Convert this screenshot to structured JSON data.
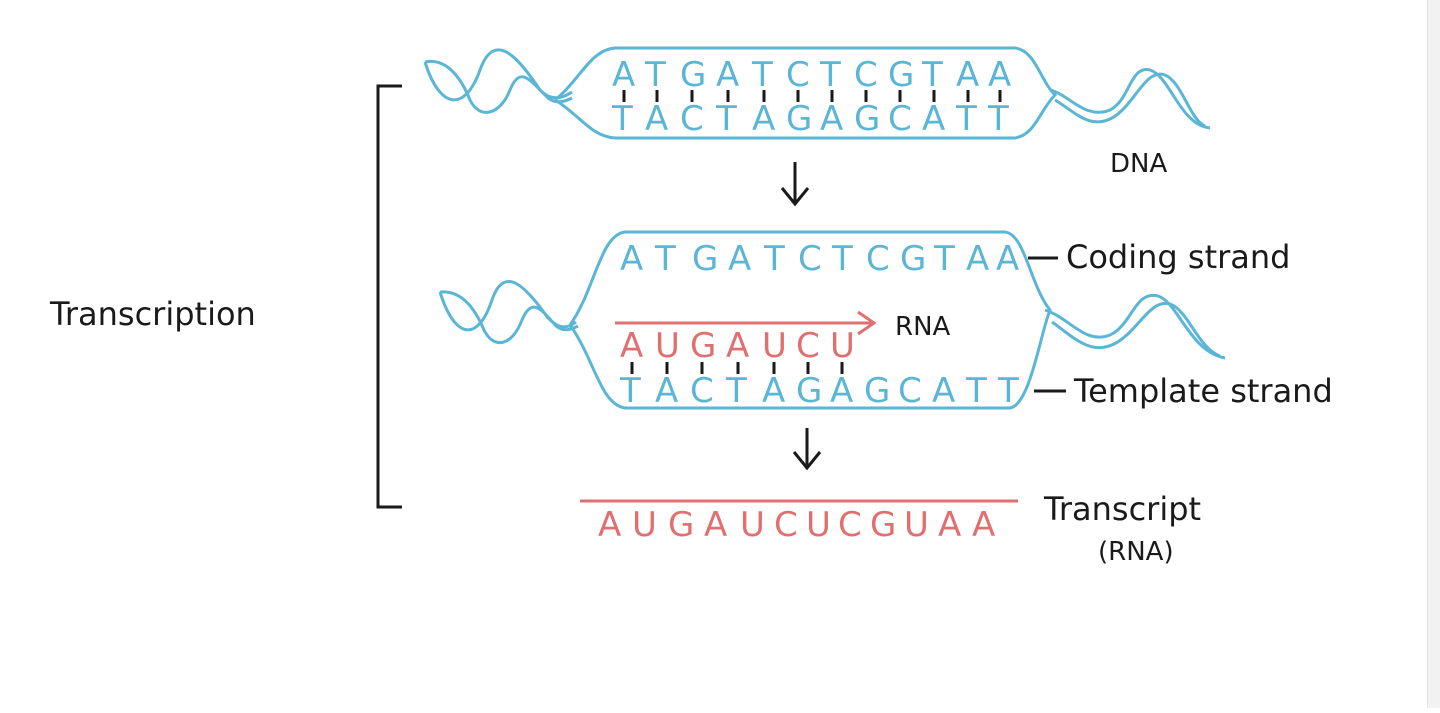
{
  "colors": {
    "dna": "#5bb6d6",
    "rna": "#e07070",
    "ink": "#1a1a1a"
  },
  "labels": {
    "transcription": "Transcription",
    "dna": "DNA",
    "coding_strand": "Coding strand",
    "template_strand": "Template strand",
    "rna": "RNA",
    "transcript_line1": "Transcript",
    "transcript_line2": "(RNA)"
  },
  "sequences": {
    "top_coding": [
      "A",
      "T",
      "G",
      "A",
      "T",
      "C",
      "T",
      "C",
      "G",
      "T",
      "A",
      "A"
    ],
    "top_template": [
      "T",
      "A",
      "C",
      "T",
      "A",
      "G",
      "A",
      "G",
      "C",
      "A",
      "T",
      "T"
    ],
    "mid_coding": [
      "A",
      "T",
      "G",
      "A",
      "T",
      "C",
      "T",
      "C",
      "G",
      "T",
      "A",
      "A"
    ],
    "mid_rna": [
      "A",
      "U",
      "G",
      "A",
      "U",
      "C",
      "U"
    ],
    "mid_template": [
      "T",
      "A",
      "C",
      "T",
      "A",
      "G",
      "A",
      "G",
      "C",
      "A",
      "T",
      "T"
    ],
    "transcript": [
      "A",
      "U",
      "G",
      "A",
      "U",
      "C",
      "U",
      "C",
      "G",
      "U",
      "A",
      "A"
    ]
  }
}
